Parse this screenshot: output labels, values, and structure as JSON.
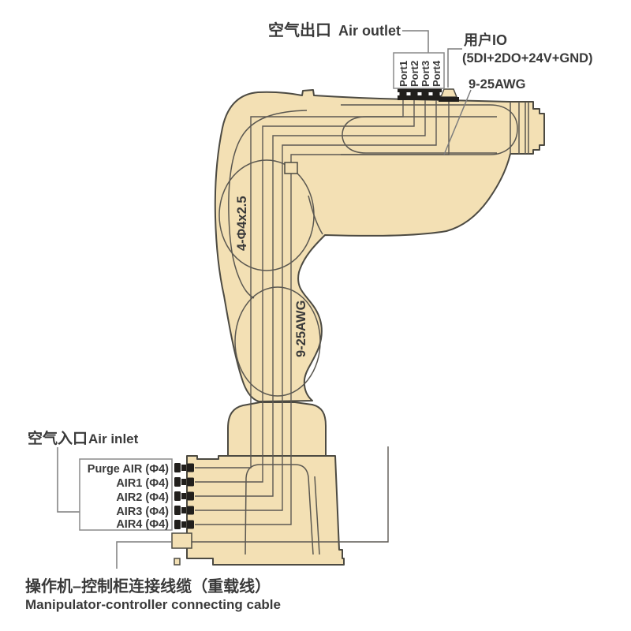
{
  "diagram_title": "manipulator-piping-and-wiring-diagram",
  "labels": {
    "air_outlet_zh": "空气出口",
    "air_outlet_en": "Air outlet",
    "ports": [
      "Port1",
      "Port2",
      "Port3",
      "Port4"
    ],
    "user_io_title": "用户IO",
    "user_io_spec": "(5DI+2DO+24V+GND)",
    "awg_wrist": "9-25AWG",
    "holes_marking": "4-Φ4x2.5",
    "awg_arm": "9-25AWG",
    "air_inlet_zh": "空气入口",
    "air_inlet_en": "Air inlet",
    "air_channels": [
      "Purge AIR (Φ4)",
      "AIR1 (Φ4)",
      "AIR2 (Φ4)",
      "AIR3 (Φ4)",
      "AIR4 (Φ4)"
    ],
    "cable_zh": "操作机–控制柜连接线缆（重载线）",
    "cable_en": "Manipulator-controller connecting cable"
  },
  "colors": {
    "body_fill": "#F3E0B4",
    "outline": "#4C4A42",
    "cable_line": "#5C5953",
    "connector_dark": "#211F1C",
    "label_text": "#3A3A3A",
    "leader_line": "#7D7D7D",
    "background": "#FFFFFF"
  }
}
